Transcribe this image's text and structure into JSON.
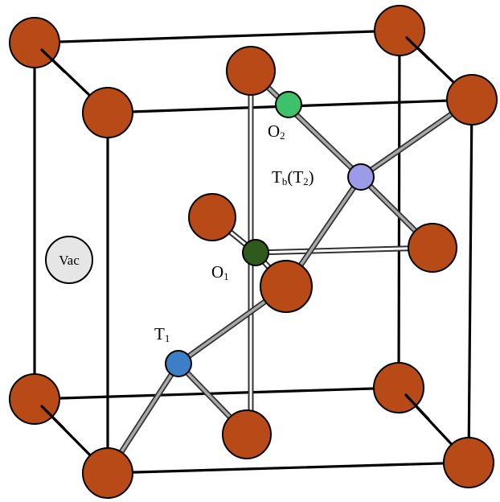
{
  "labels": {
    "vac": "Vac",
    "o1_main": "O",
    "o1_sub": "1",
    "o2_main": "O",
    "o2_sub": "2",
    "t1_main": "T",
    "t1_sub": "1",
    "tb_main": "T",
    "tb_sub": "b",
    "tb_paren_open": "(T",
    "tb_paren_sub": "2",
    "tb_paren_close": ")"
  },
  "colors": {
    "host_atom": "#b84a17",
    "cube_edge": "#000000",
    "bond": "#9a9a9a",
    "o1_site": "#2f5a1c",
    "o2_site": "#3fc06a",
    "t1_site": "#3d7fc6",
    "tb_site": "#9b9be8",
    "vacancy": "#e6e6e6"
  }
}
